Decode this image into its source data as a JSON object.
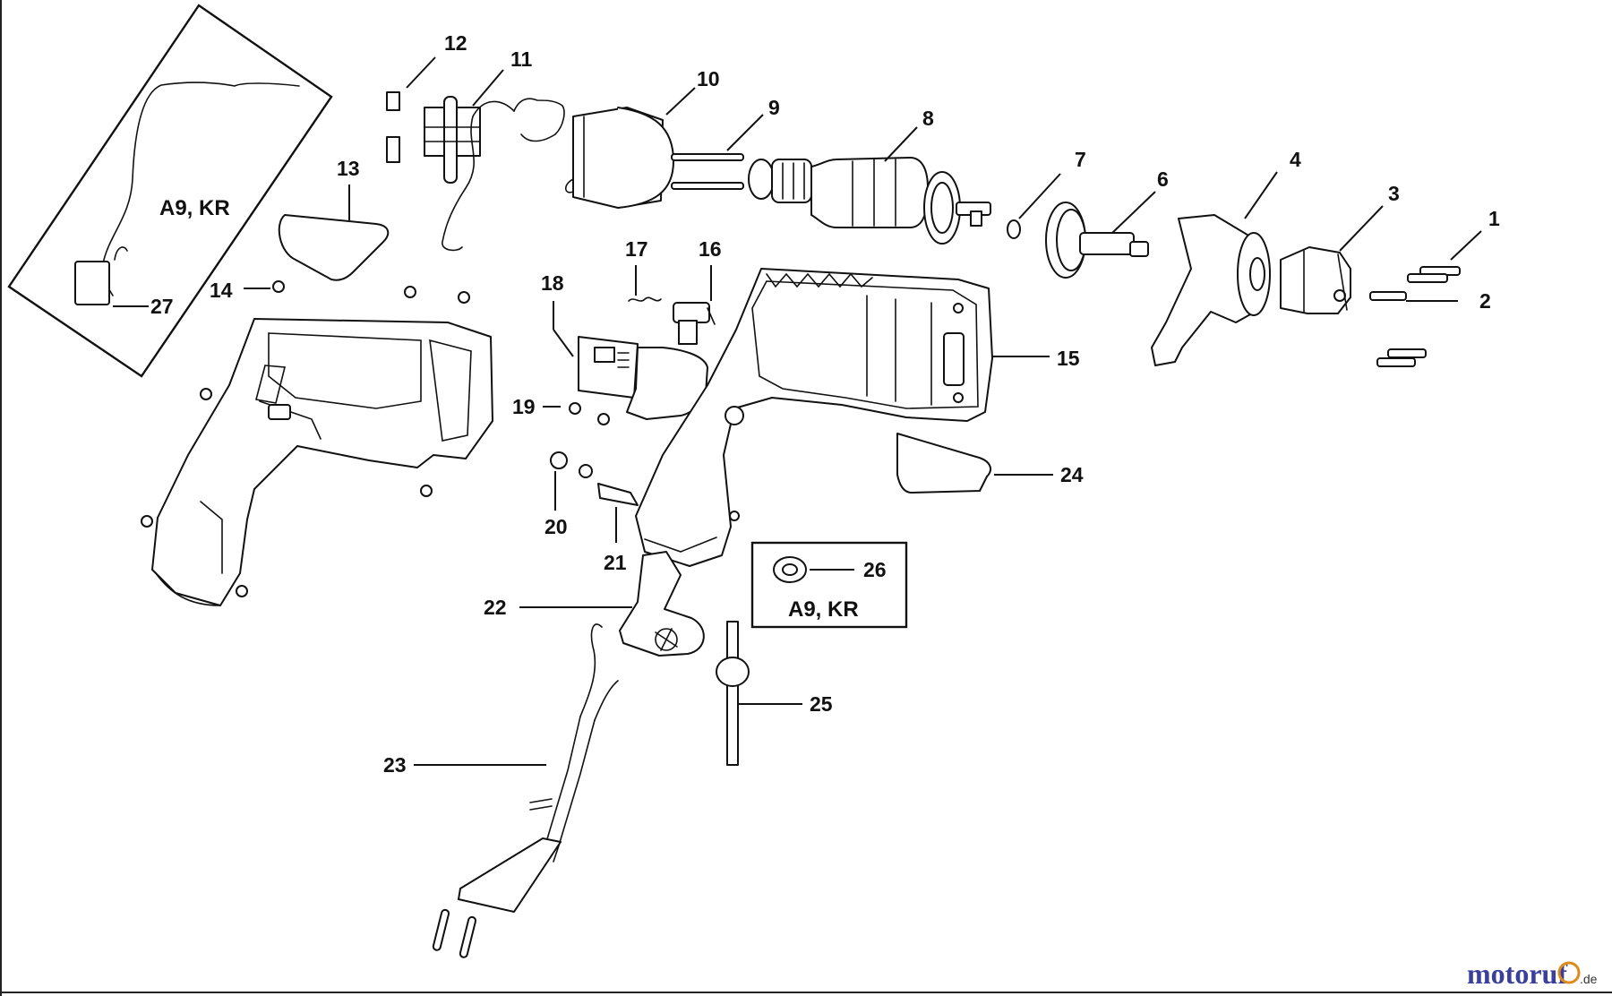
{
  "diagram": {
    "parts": [
      {
        "number": "1"
      },
      {
        "number": "2"
      },
      {
        "number": "3"
      },
      {
        "number": "4"
      },
      {
        "number": "6"
      },
      {
        "number": "7"
      },
      {
        "number": "8"
      },
      {
        "number": "9"
      },
      {
        "number": "10"
      },
      {
        "number": "11"
      },
      {
        "number": "12"
      },
      {
        "number": "13"
      },
      {
        "number": "14"
      },
      {
        "number": "15"
      },
      {
        "number": "16"
      },
      {
        "number": "17"
      },
      {
        "number": "18"
      },
      {
        "number": "19"
      },
      {
        "number": "20"
      },
      {
        "number": "21"
      },
      {
        "number": "22"
      },
      {
        "number": "23"
      },
      {
        "number": "24"
      },
      {
        "number": "25"
      },
      {
        "number": "26"
      },
      {
        "number": "27"
      }
    ],
    "variant_boxes": [
      {
        "label": "A9, KR"
      },
      {
        "label": "A9, KR"
      }
    ]
  },
  "watermark": {
    "brand": "motoruf",
    "suffix": ".de",
    "colors": {
      "primary": "#3b3f9c",
      "accent": "#e08a1c"
    }
  }
}
